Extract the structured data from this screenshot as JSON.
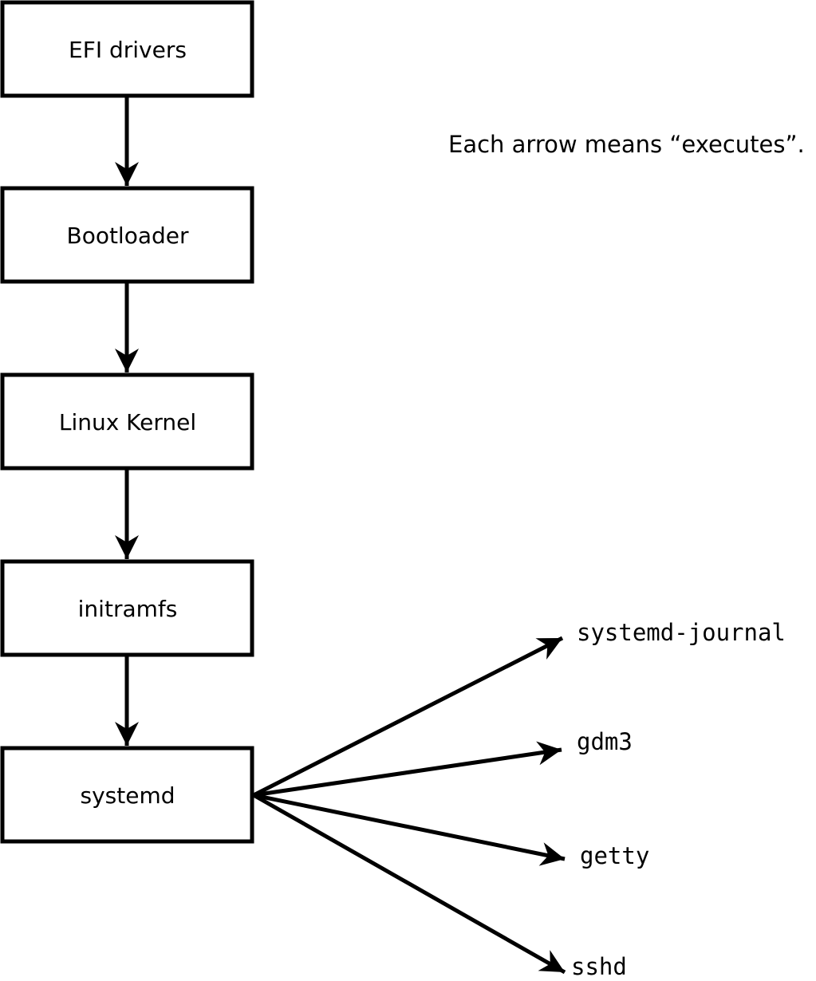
{
  "note": "Each arrow means “executes”.",
  "nodes": {
    "chain": [
      "EFI drivers",
      "Bootloader",
      "Linux Kernel",
      "initramfs",
      "systemd"
    ],
    "spawned": [
      "systemd-journal",
      "gdm3",
      "getty",
      "sshd"
    ]
  },
  "colors": {
    "line": "#000000",
    "box_fill": "#ffffff",
    "background": "#ffffff"
  }
}
